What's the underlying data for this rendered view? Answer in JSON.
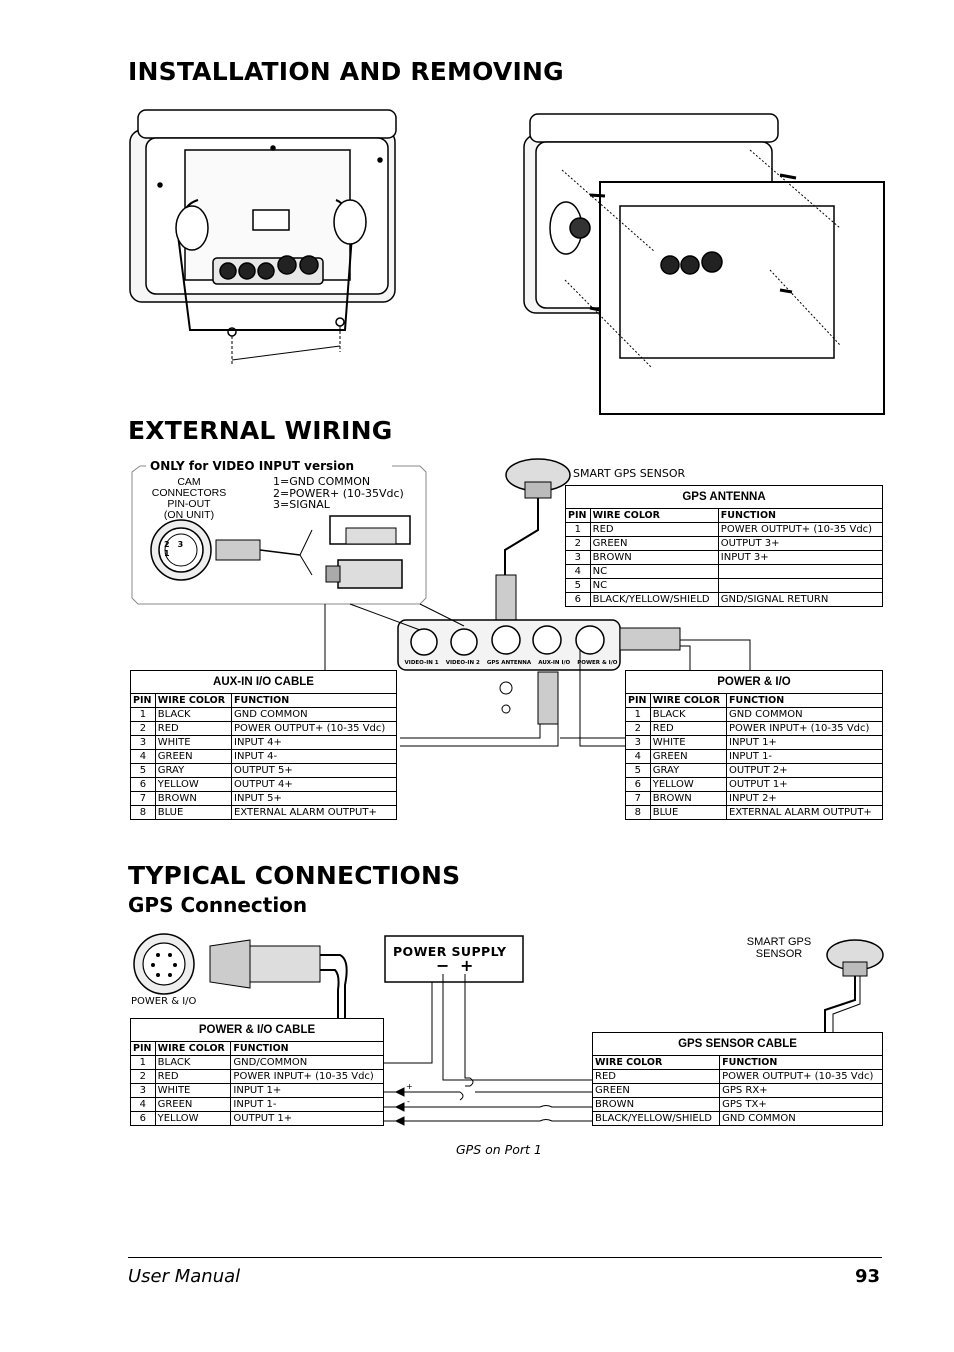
{
  "headings": {
    "install": "INSTALLATION AND REMOVING",
    "wiring": "EXTERNAL WIRING",
    "typical": "TYPICAL CONNECTIONS",
    "gps_connection": "GPS Connection"
  },
  "video_box": {
    "title": "ONLY for VIDEO INPUT version",
    "cam_label": [
      "CAM CONNECTORS",
      "PIN-OUT",
      "(ON UNIT)"
    ],
    "pins": [
      "1=GND COMMON",
      "2=POWER+ (10-35Vdc)",
      "3=SIGNAL"
    ]
  },
  "smart_gps_label": "SMART GPS SENSOR",
  "connector_labels": [
    "VIDEO-IN 1",
    "VIDEO-IN 2",
    "GPS ANTENNA",
    "AUX-IN I/O",
    "POWER & I/O"
  ],
  "gps_antenna": {
    "title": "GPS ANTENNA",
    "headers": [
      "PIN",
      "WIRE COLOR",
      "FUNCTION"
    ],
    "rows": [
      [
        "1",
        "RED",
        "POWER OUTPUT+ (10-35 Vdc)"
      ],
      [
        "2",
        "GREEN",
        "OUTPUT 3+"
      ],
      [
        "3",
        "BROWN",
        "INPUT 3+"
      ],
      [
        "4",
        "NC",
        ""
      ],
      [
        "5",
        "NC",
        ""
      ],
      [
        "6",
        "BLACK/YELLOW/SHIELD",
        "GND/SIGNAL RETURN"
      ]
    ]
  },
  "aux_in": {
    "title": "AUX-IN I/O CABLE",
    "headers": [
      "PIN",
      "WIRE COLOR",
      "FUNCTION"
    ],
    "rows": [
      [
        "1",
        "BLACK",
        "GND COMMON"
      ],
      [
        "2",
        "RED",
        "POWER OUTPUT+ (10-35 Vdc)"
      ],
      [
        "3",
        "WHITE",
        "INPUT 4+"
      ],
      [
        "4",
        "GREEN",
        "INPUT 4-"
      ],
      [
        "5",
        "GRAY",
        "OUTPUT 5+"
      ],
      [
        "6",
        "YELLOW",
        "OUTPUT 4+"
      ],
      [
        "7",
        "BROWN",
        "INPUT 5+"
      ],
      [
        "8",
        "BLUE",
        "EXTERNAL ALARM OUTPUT+"
      ]
    ]
  },
  "power_io": {
    "title": "POWER & I/O",
    "headers": [
      "PIN",
      "WIRE COLOR",
      "FUNCTION"
    ],
    "rows": [
      [
        "1",
        "BLACK",
        "GND COMMON"
      ],
      [
        "2",
        "RED",
        "POWER INPUT+ (10-35 Vdc)"
      ],
      [
        "3",
        "WHITE",
        "INPUT 1+"
      ],
      [
        "4",
        "GREEN",
        "INPUT 1-"
      ],
      [
        "5",
        "GRAY",
        "OUTPUT 2+"
      ],
      [
        "6",
        "YELLOW",
        "OUTPUT 1+"
      ],
      [
        "7",
        "BROWN",
        "INPUT 2+"
      ],
      [
        "8",
        "BLUE",
        "EXTERNAL ALARM OUTPUT+"
      ]
    ]
  },
  "power_io_connector_label": "POWER & I/O",
  "power_supply": {
    "title": "POWER SUPPLY",
    "minus": "−",
    "plus": "+"
  },
  "smart_gps_sensor_label": [
    "SMART GPS",
    "SENSOR"
  ],
  "power_io_cable": {
    "title": "POWER & I/O CABLE",
    "headers": [
      "PIN",
      "WIRE COLOR",
      "FUNCTION"
    ],
    "rows": [
      [
        "1",
        "BLACK",
        "GND/COMMON"
      ],
      [
        "2",
        "RED",
        "POWER INPUT+ (10-35 Vdc)"
      ],
      [
        "3",
        "WHITE",
        "INPUT 1+"
      ],
      [
        "4",
        "GREEN",
        "INPUT 1-"
      ],
      [
        "6",
        "YELLOW",
        "OUTPUT 1+"
      ]
    ]
  },
  "gps_sensor_cable": {
    "title": "GPS SENSOR CABLE",
    "headers": [
      "WIRE COLOR",
      "FUNCTION"
    ],
    "rows": [
      [
        "RED",
        "POWER OUTPUT+ (10-35 Vdc)"
      ],
      [
        "GREEN",
        "GPS RX+"
      ],
      [
        "BROWN",
        "GPS TX+"
      ],
      [
        "BLACK/YELLOW/SHIELD",
        "GND COMMON"
      ]
    ]
  },
  "wire_marks": {
    "plus": "+",
    "minus": "-"
  },
  "caption": "GPS on Port 1",
  "footer": {
    "left": "User Manual",
    "page": "93"
  }
}
